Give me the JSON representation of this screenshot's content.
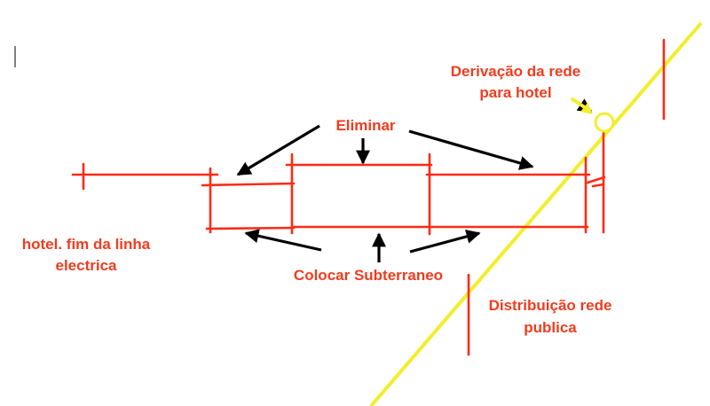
{
  "labels": {
    "derivacao_line1": "Derivação da rede",
    "derivacao_line2": "para hotel",
    "eliminar": "Eliminar",
    "hotel_line1": "hotel. fim da linha",
    "hotel_line2": "electrica",
    "colocar": "Colocar Subterraneo",
    "distribuicao_line1": "Distribuição rede",
    "distribuicao_line2": "publica"
  },
  "colors": {
    "power_line": "#ff2a14",
    "label_text": "#f03c1e",
    "arrow": "#000000",
    "public_line": "#f2ee2c",
    "background": "#ffffff"
  }
}
